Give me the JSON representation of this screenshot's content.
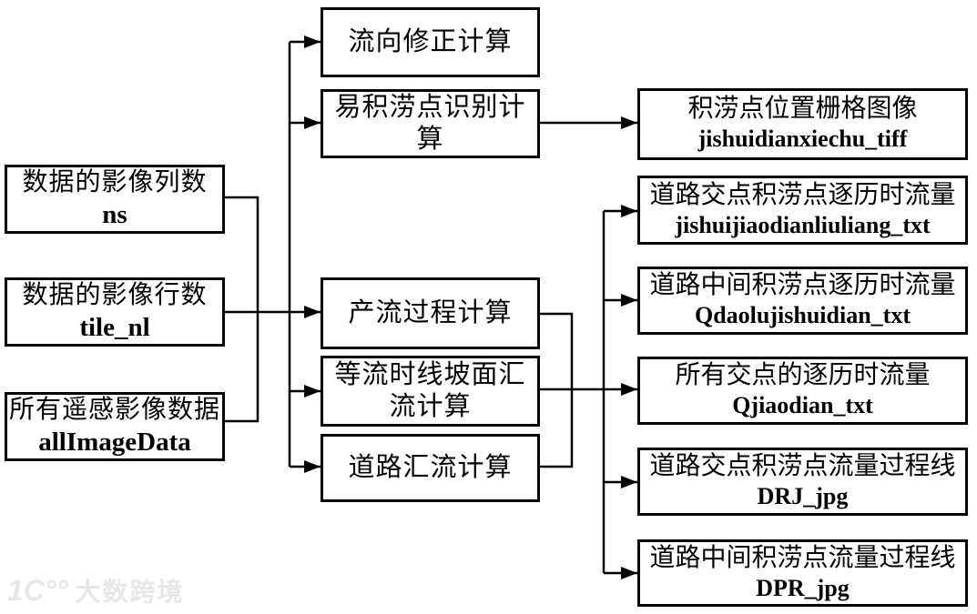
{
  "diagram": {
    "inputs": [
      {
        "label": "数据的影像列数",
        "code": "ns"
      },
      {
        "label": "数据的影像行数",
        "code": "tile_nl"
      },
      {
        "label": "所有遥感影像数据",
        "code": "allImageData"
      }
    ],
    "processes": [
      {
        "label": "流向修正计算"
      },
      {
        "label": "易积涝点识别计算"
      },
      {
        "label": "产流过程计算"
      },
      {
        "label": "等流时线坡面汇流计算"
      },
      {
        "label": "道路汇流计算"
      }
    ],
    "outputs": [
      {
        "label": "积涝点位置栅格图像",
        "code": "jishuidianxiechu_tiff"
      },
      {
        "label": "道路交点积涝点逐历时流量",
        "code": "jishuijiaodianliuliang_txt"
      },
      {
        "label": "道路中间积涝点逐历时流量",
        "code": "Qdaolujishuidian_txt"
      },
      {
        "label": "所有交点的逐历时流量",
        "code": "Qjiaodian_txt"
      },
      {
        "label": "道路交点积涝点流量过程线",
        "code": "DRJ_jpg"
      },
      {
        "label": "道路中间积涝点流量过程线",
        "code": "DPR_jpg"
      }
    ],
    "watermark": {
      "logo": "1C°°",
      "text": "大数跨境"
    },
    "colors": {
      "line": "#000000",
      "box_border": "#000000",
      "background": "#ffffff",
      "watermark": "#e7e7e7"
    }
  }
}
